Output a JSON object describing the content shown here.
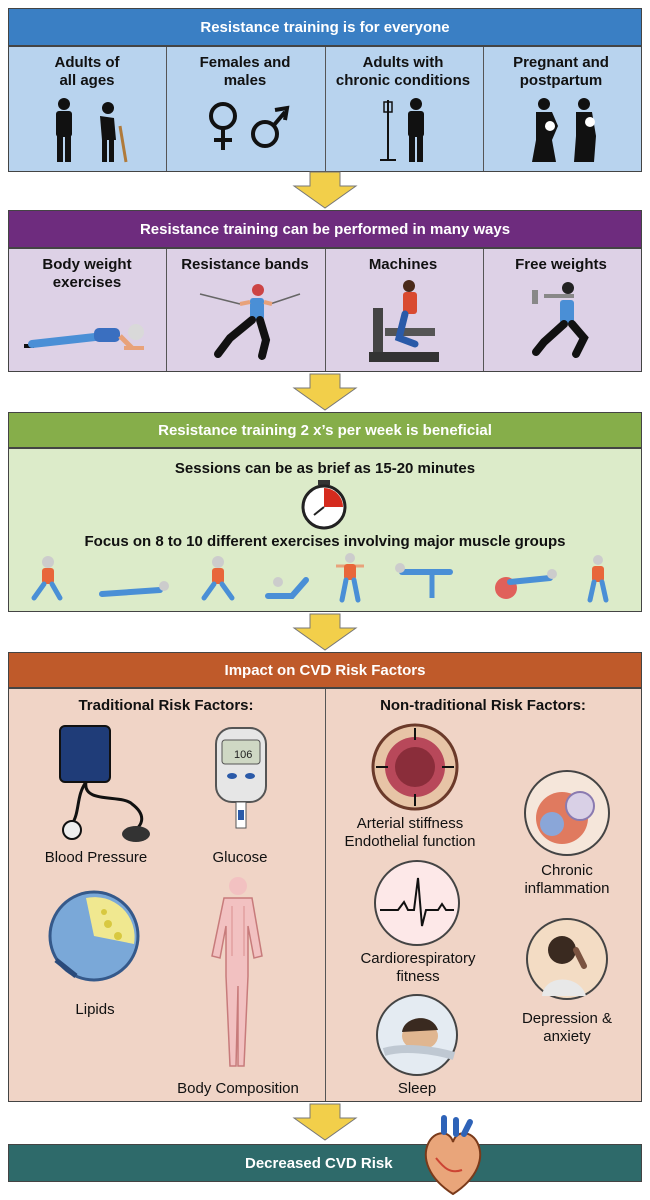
{
  "section1": {
    "title": "Resistance training is for everyone",
    "groups": [
      {
        "line1": "Adults of",
        "line2": "all ages"
      },
      {
        "line1": "Females and",
        "line2": "males"
      },
      {
        "line1": "Adults with",
        "line2": "chronic conditions"
      },
      {
        "line1": "Pregnant and",
        "line2": "postpartum"
      }
    ]
  },
  "section2": {
    "title": "Resistance training can be performed in many ways",
    "methods": [
      {
        "line1": "Body weight",
        "line2": "exercises"
      },
      {
        "line1": "Resistance bands",
        "line2": ""
      },
      {
        "line1": "Machines",
        "line2": ""
      },
      {
        "line1": "Free weights",
        "line2": ""
      }
    ]
  },
  "section3": {
    "title": "Resistance training 2 x’s per week is beneficial",
    "sessions": "Sessions can be as brief as 15-20 minutes",
    "focus": "Focus on 8 to 10 different exercises involving major muscle groups"
  },
  "section4": {
    "title": "Impact on CVD Risk Factors",
    "traditional": {
      "heading": "Traditional Risk Factors:",
      "glucose_reading": "106",
      "blood_pressure": "Blood Pressure",
      "glucose": "Glucose",
      "lipids": "Lipids",
      "body_composition": "Body Composition"
    },
    "nontraditional": {
      "heading": "Non-traditional Risk Factors:",
      "arterial_1": "Arterial stiffness",
      "arterial_2": "Endothelial function",
      "inflammation_1": "Chronic",
      "inflammation_2": "inflammation",
      "cardio_1": "Cardiorespiratory",
      "cardio_2": "fitness",
      "depression_1": "Depression &",
      "depression_2": "anxiety",
      "sleep": "Sleep"
    }
  },
  "section5": {
    "title": "Decreased CVD Risk"
  },
  "colors": {
    "blue_banner": "#3a7fc4",
    "blue_panel": "#b8d3ee",
    "purple_banner": "#6e2c7e",
    "purple_panel": "#ddd1e6",
    "green_banner": "#86ae4a",
    "green_panel": "#dcebc9",
    "orange_banner": "#bf5a2a",
    "orange_panel": "#f0d4c6",
    "teal_banner": "#2e6a6a",
    "arrow": "#f2cf4a"
  }
}
